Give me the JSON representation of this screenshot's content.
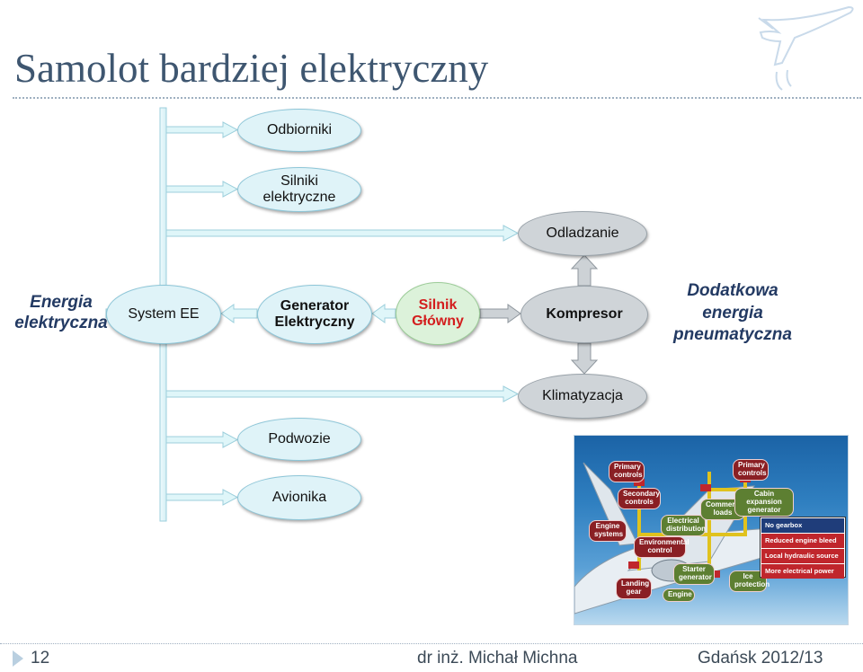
{
  "title": "Samolot bardziej elektryczny",
  "left_label": {
    "line1": "Energia",
    "line2": "elektryczna"
  },
  "right_label": {
    "line1": "Dodatkowa",
    "line2": "energia",
    "line3": "pneumatyczna"
  },
  "nodes": {
    "odbiorniki": "Odbiorniki",
    "silniki_line1": "Silniki",
    "silniki_line2": "elektryczne",
    "odladzanie": "Odladzanie",
    "system_ee": "System EE",
    "generator_line1": "Generator",
    "generator_line2": "Elektryczny",
    "silnik_line1": "Silnik",
    "silnik_line2": "Główny",
    "kompresor": "Kompresor",
    "klimatyzacja": "Klimatyzacja",
    "podwozie": "Podwozie",
    "avionika": "Avionika"
  },
  "photo": {
    "tags": [
      "Primary controls",
      "Secondary controls",
      "Engine systems",
      "Environmental control",
      "Landing gear",
      "Engine",
      "Electrical distribution",
      "Starter generator",
      "Ice protection",
      "Commercial loads",
      "Cabin expansion generator",
      "Primary controls"
    ],
    "legend": [
      "No gearbox",
      "Reduced engine bleed",
      "Local hydraulic source",
      "More electrical power"
    ]
  },
  "footer": {
    "page": "12",
    "author": "dr inż. Michał Michna",
    "place": "Gdańsk 2012/13"
  },
  "colors": {
    "arrow_fill": "#dff6f9",
    "arrow_stroke": "#9ccfdc",
    "grey_arrow_fill": "#cdd2d6",
    "grey_arrow_stroke": "#8f979e"
  }
}
